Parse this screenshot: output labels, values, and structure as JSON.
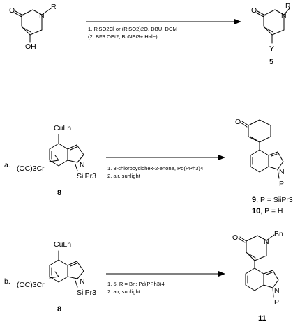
{
  "top": {
    "lbl_O": "O",
    "lbl_N": "N",
    "lbl_R": "R",
    "lbl_OH": "OH",
    "cond1": "1. R'SO2Cl or (R'SO2)2O, DBU, DCM",
    "cond2": "(2. BF3.OEt2, BnNEt3+ Hal−)",
    "prod_O": "O",
    "prod_N": "N",
    "prod_R": "R",
    "prod_Y": "Y",
    "compound": "5"
  },
  "row_a": {
    "tag": "a.",
    "cul": "CuLn",
    "occr": "(OC)3Cr",
    "n": "N",
    "sipr": "SiiPr3",
    "sm_num": "8",
    "cond1": "1. 3-chlorocyclohex-2-enone, Pd(PPh3)4",
    "cond2": "2. air, sunlight",
    "prod_O": "O",
    "prod_N": "N",
    "prod_P": "P",
    "label9_num": "9",
    "label9_text": ", P = SiiPr3",
    "label10_num": "10",
    "label10_text": ", P = H"
  },
  "row_b": {
    "tag": "b.",
    "cul": "CuLn",
    "occr": "(OC)3Cr",
    "n": "N",
    "sipr": "SiiPr3",
    "sm_num": "8",
    "cond1": "1. 5, R = Bn;  Pd(PPh3)4",
    "cond2": "2. air, sunlight",
    "prod_O": "O",
    "prod_N": "N",
    "prod_Bn": "Bn",
    "prod_indoleN": "N",
    "prod_P": "P",
    "compound": "11"
  }
}
